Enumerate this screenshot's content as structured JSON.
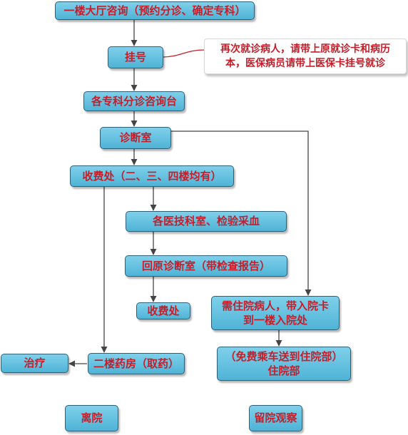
{
  "nodes": {
    "lobby": "一楼大厅咨询（预约分诊、确定专科）",
    "register": "挂号",
    "dept_desk": "各专科分诊咨询台",
    "consult_room": "诊断室",
    "cashier_main": "收费处（二、三、四楼均有）",
    "tech_depts": "各医技科室、检验采血",
    "back_consult": "回原诊断室（带检查报告）",
    "cashier": "收费处",
    "inpatient_line1": "需住院病人，带入院卡",
    "inpatient_line2": "到一楼入院处",
    "pharmacy": "二楼药房（取药）",
    "treatment": "治疗",
    "shuttle_line1": "（免费乘车送到住院部）",
    "shuttle_line2": "住院部",
    "leave": "离院",
    "observe": "留院观察"
  },
  "callout": {
    "line1": "再次就诊病人，请带上原就诊卡和病历",
    "line2": "本，医保病员请带上医保卡挂号就诊"
  },
  "colors": {
    "node_fill": "#5bbde0",
    "node_border": "#2c5f78",
    "text": "#c41e2a",
    "arrow": "#444444",
    "callout_line": "#c41e2a"
  }
}
